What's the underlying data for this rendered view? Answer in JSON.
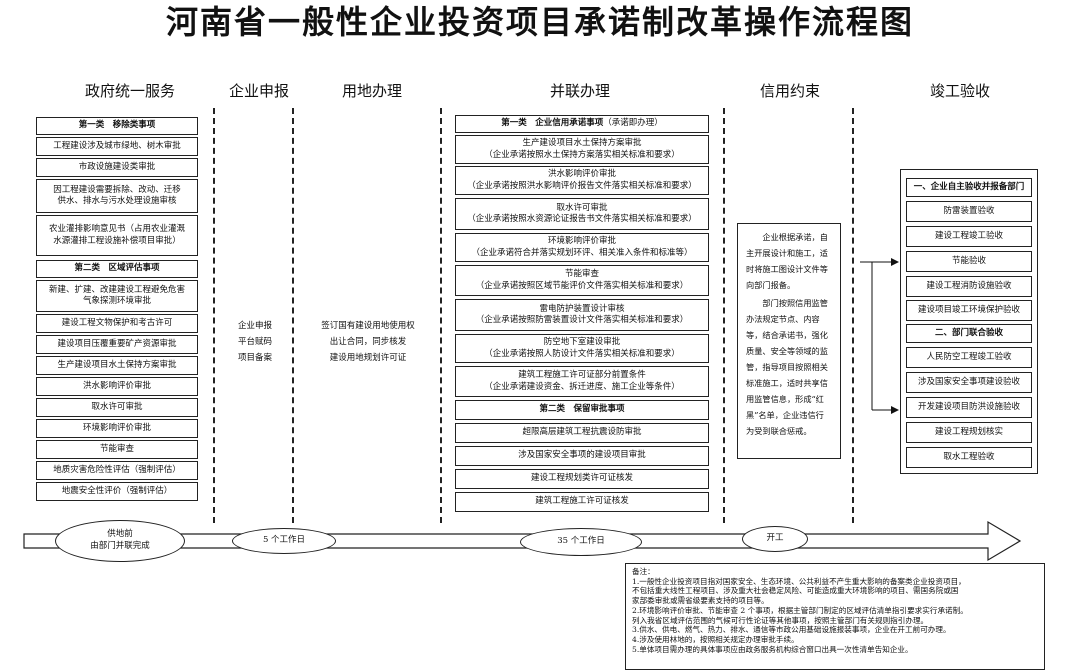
{
  "title": "河南省一般性企业投资项目承诺制改革操作流程图",
  "columns": [
    {
      "id": "gov",
      "label": "政府统一服务"
    },
    {
      "id": "apply",
      "label": "企业申报"
    },
    {
      "id": "land",
      "label": "用地办理"
    },
    {
      "id": "parallel",
      "label": "并联办理"
    },
    {
      "id": "credit",
      "label": "信用约束"
    },
    {
      "id": "accept",
      "label": "竣工验收"
    }
  ],
  "gov": {
    "section1": "第一类　移除类事项",
    "items1": [
      [
        "工程建设涉及城市绿地、树木审批"
      ],
      [
        "市政设施建设类审批"
      ],
      [
        "因工程建设需要拆除、改动、迁移",
        "供水、排水与污水处理设施审核"
      ],
      [
        "农业灌排影响意见书（占用农业灌溉",
        "水源灌排工程设施补偿项目审批）"
      ]
    ],
    "section2": "第二类　区域评估事项",
    "items2": [
      [
        "新建、扩建、改建建设工程避免危害",
        "气象探测环境审批"
      ],
      [
        "建设工程文物保护和考古许可"
      ],
      [
        "建设项目压覆重要矿产资源审批"
      ],
      [
        "生产建设项目水土保持方案审批"
      ],
      [
        "洪水影响评价审批"
      ],
      [
        "取水许可审批"
      ],
      [
        "环境影响评价审批"
      ],
      [
        "节能审查"
      ],
      [
        "地质灾害危险性评估（强制评估）"
      ],
      [
        "地震安全性评价（强制评估）"
      ]
    ]
  },
  "apply": {
    "lines": [
      "企业申报",
      "平台赋码",
      "项目备案"
    ]
  },
  "land": {
    "lines": [
      "签订国有建设用地使用权",
      "出让合同，同步核发",
      "建设用地规划许可证"
    ]
  },
  "parallel": {
    "section1_main": "第一类　企业信用承诺事项",
    "section1_note": "（承诺即办理）",
    "items1": [
      {
        "title": "生产建设项目水土保持方案审批",
        "note": "（企业承诺按照水土保持方案落实相关标准和要求）"
      },
      {
        "title": "洪水影响评价审批",
        "note": "（企业承诺按照洪水影响评价报告文件落实相关标准和要求）"
      },
      {
        "title": "取水许可审批",
        "note": "（企业承诺按照水资源论证报告书文件落实相关标准和要求）"
      },
      {
        "title": "环境影响评价审批",
        "note": "（企业承诺符合并落实规划环评、相关准入条件和标准等）"
      },
      {
        "title": "节能审查",
        "note": "（企业承诺按照区域节能评价文件落实相关标准和要求）"
      },
      {
        "title": "雷电防护装置设计审核",
        "note": "（企业承诺按照防雷装置设计文件落实相关标准和要求）"
      },
      {
        "title": "防空地下室建设审批",
        "note": "（企业承诺按照人防设计文件落实相关标准和要求）"
      },
      {
        "title": "建筑工程施工许可证部分前置条件",
        "note": "（企业承诺建设资金、拆迁进度、施工企业等条件）"
      }
    ],
    "section2": "第二类　保留审批事项",
    "items2": [
      "超限高层建筑工程抗震设防审批",
      "涉及国家安全事项的建设项目审批",
      "建设工程规划类许可证核发",
      "建筑工程施工许可证核发"
    ]
  },
  "credit": {
    "paragraphs": [
      "企业根据承诺，自主开展设计和施工，适时将施工图设计文件等向部门报备。",
      "部门按照信用监管办法规定节点、内容等，结合承诺书，强化质量、安全等领域的监管，指导项目按照相关标准施工，适时共享信用监管信息，形成“红黑”名单，企业违信行为受到联合惩戒。"
    ]
  },
  "accept": {
    "section1": "一、企业自主验收并报备部门",
    "items1": [
      "防雷装置验收",
      "建设工程竣工验收",
      "节能验收",
      "建设工程消防设施验收",
      "建设项目竣工环境保护验收"
    ],
    "section2": "二、部门联合验收",
    "items2": [
      "人民防空工程竣工验收",
      "涉及国家安全事项建设验收",
      "开发建设项目防洪设施验收",
      "建设工程规划核实",
      "取水工程验收"
    ]
  },
  "timeline": {
    "start": [
      "供地前",
      "由部门并联完成"
    ],
    "days1": "5 个工作日",
    "days2": "35 个工作日",
    "start_work": "开工"
  },
  "notes": {
    "heading": "备注：",
    "lines": [
      "1.一般性企业投资项目指对国家安全、生态环境、公共利益不产生重大影响的备案类企业投资项目，",
      "不包括重大线性工程项目、涉及重大社会稳定风险、可能造成重大环境影响的项目、需国务院或国",
      "家部委审批或需省级要素支持的项目等。",
      "2.环境影响评价审批、节能审查 2 个事项，根据主管部门制定的区域评估清单指引要求实行承诺制。",
      "列入我省区域评估范围的气候可行性论证等其他事项，按照主管部门有关规则指引办理。",
      "3.供水、供电、燃气、热力、排水、通信等市政公用基础设施报装事项，企业在开工前可办理。",
      "4.涉及使用林地的，按照相关规定办理审批手续。",
      "5.单体项目需办理的具体事项应由政务服务机构综合窗口出具一次性清单告知企业。"
    ]
  }
}
